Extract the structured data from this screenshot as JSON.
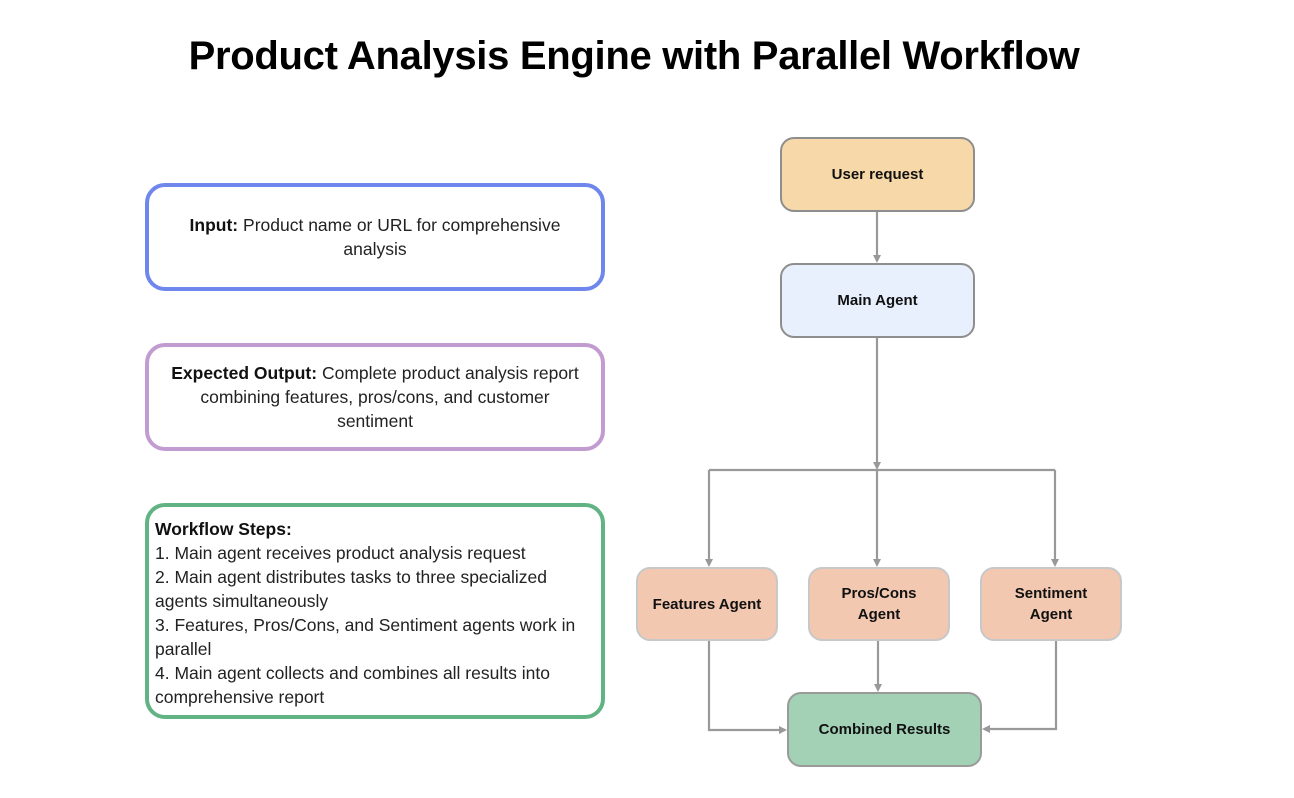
{
  "title": "Product Analysis Engine with Parallel Workflow",
  "info_boxes": {
    "input": {
      "label": "Input:",
      "text": "Product name or URL for comprehensive analysis",
      "border_color": "#6f86ec"
    },
    "output": {
      "label": "Expected Output:",
      "text": "Complete product analysis report combining features, pros/cons, and customer sentiment",
      "border_color": "#c29bd0"
    },
    "steps": {
      "label": "Workflow Steps:",
      "border_color": "#62b383",
      "items": [
        "1. Main agent receives product analysis request",
        "2. Main agent distributes tasks to three specialized agents simultaneously",
        "3. Features, Pros/Cons, and Sentiment agents work in parallel",
        "4. Main agent collects and combines all results into comprehensive report"
      ]
    }
  },
  "flow": {
    "nodes": {
      "user_request": {
        "label": "User request",
        "color": "#f7d8a8"
      },
      "main_agent": {
        "label": "Main Agent",
        "color": "#e8f0fd"
      },
      "features_agent": {
        "label": "Features Agent",
        "color": "#f2c8b0"
      },
      "pros_cons_agent": {
        "label": "Pros/Cons Agent",
        "color": "#f2c8b0"
      },
      "sentiment_agent": {
        "label": "Sentiment Agent",
        "color": "#f2c8b0"
      },
      "combined_results": {
        "label": "Combined Results",
        "color": "#a2d1b5"
      }
    },
    "edges": [
      [
        "user_request",
        "main_agent"
      ],
      [
        "main_agent",
        "features_agent"
      ],
      [
        "main_agent",
        "pros_cons_agent"
      ],
      [
        "main_agent",
        "sentiment_agent"
      ],
      [
        "features_agent",
        "combined_results"
      ],
      [
        "pros_cons_agent",
        "combined_results"
      ],
      [
        "sentiment_agent",
        "combined_results"
      ]
    ],
    "connector_color": "#999999"
  }
}
